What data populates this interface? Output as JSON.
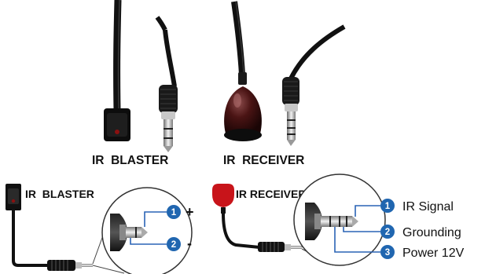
{
  "photos": {
    "blaster_caption": "IR  BLASTER",
    "receiver_caption": "IR  RECEIVER"
  },
  "blaster_diagram": {
    "title": "IR  BLASTER",
    "pins": [
      {
        "number": "1",
        "label": "+"
      },
      {
        "number": "2",
        "label": "-"
      }
    ]
  },
  "receiver_diagram": {
    "title": "IR RECEIVER",
    "pins": [
      {
        "number": "1",
        "label": "IR Signal"
      },
      {
        "number": "2",
        "label": "Grounding"
      },
      {
        "number": "3",
        "label": "Power 12V"
      }
    ]
  },
  "colors": {
    "pin_badge": "#2066b0",
    "leader_line": "#2a63b5",
    "cable": "#111111",
    "receiver_dome": "#c8141a",
    "blaster_eye": "#8a1010"
  }
}
